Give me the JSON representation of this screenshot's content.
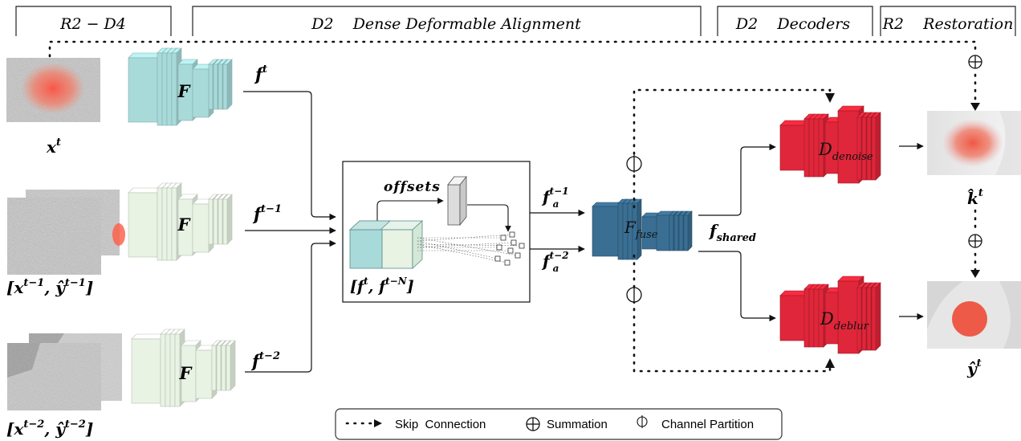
{
  "colors": {
    "encoder_active": "#a8dada",
    "encoder_inactive": "#e8f3e4",
    "fuse_block": "#3a6f93",
    "decoder_block": "#e0263a",
    "line": "#111111",
    "noise_red": "#e84a3a"
  },
  "headers": {
    "r2_d4": "R2 − D4",
    "dense_alignment": "D2    Dense Deformable Alignment",
    "decoders": "D2    Decoders",
    "restoration": "R2    Restoration"
  },
  "encoder_label": "F",
  "features": {
    "ft": "f",
    "ft_sup": "t",
    "ft1": "f",
    "ft1_sup": "t−1",
    "ft2": "f",
    "ft2_sup": "t−2"
  },
  "inputs": {
    "x_t": "x",
    "x_t_sup": "t",
    "pair1": "[x",
    "pair1_a": "t−1",
    "pair1_b": ", ŷ",
    "pair1_c": "t−1",
    "pair1_d": "]",
    "pair2": "[x",
    "pair2_a": "t−2",
    "pair2_b": ", ŷ",
    "pair2_c": "t−2",
    "pair2_d": "]"
  },
  "alignment": {
    "offsets_label": "offsets",
    "concat_label": "[f",
    "concat_sup1": "t",
    "concat_mid": ", f",
    "concat_sup2": "t−N",
    "concat_end": "]",
    "fa1": "f",
    "fa1_sub": "a",
    "fa1_sup": "t−1",
    "fa2": "f",
    "fa2_sub": "a",
    "fa2_sup": "t−2"
  },
  "fuse": {
    "label": "F",
    "sub": "fuse",
    "shared": "f",
    "shared_sub": "shared"
  },
  "decoders": {
    "denoise": "D",
    "denoise_sub": "denoise",
    "deblur": "D",
    "deblur_sub": "deblur"
  },
  "outputs": {
    "k_hat": "k̂",
    "k_hat_sup": "t",
    "y_hat": "ŷ",
    "y_hat_sup": "t"
  },
  "legend": {
    "skip": "Skip  Connection",
    "summation": "Summation",
    "partition": "Channel Partition"
  }
}
